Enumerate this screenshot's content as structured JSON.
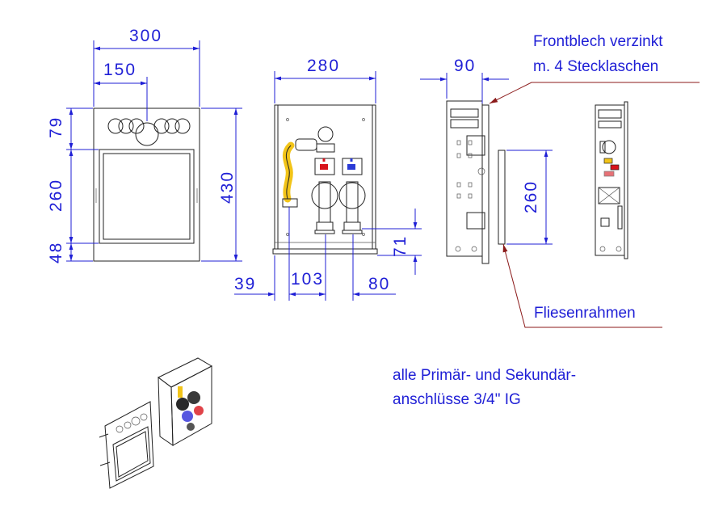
{
  "dimensions": {
    "front_width": "300",
    "front_half": "150",
    "front_top": "79",
    "front_frame": "260",
    "front_bottom": "48",
    "front_height": "430",
    "box_width": "280",
    "bottom_left": "39",
    "bottom_mid": "103",
    "bottom_right": "80",
    "bottom_height": "71",
    "side_depth": "90",
    "tile_frame": "260"
  },
  "labels": {
    "frontblech_line1": "Frontblech verzinkt",
    "frontblech_line2": "m. 4 Stecklaschen",
    "fliesenrahmen": "Fliesenrahmen",
    "note_line1": "alle Primär- und Sekundär-",
    "note_line2": "anschlüsse 3/4\" IG"
  },
  "colors": {
    "dimension": "#1f1fd6",
    "leader": "#8b1a1a",
    "pipe_yellow": "#f2c418",
    "valve_red": "#d8141c",
    "valve_blue": "#2b3bd6"
  }
}
